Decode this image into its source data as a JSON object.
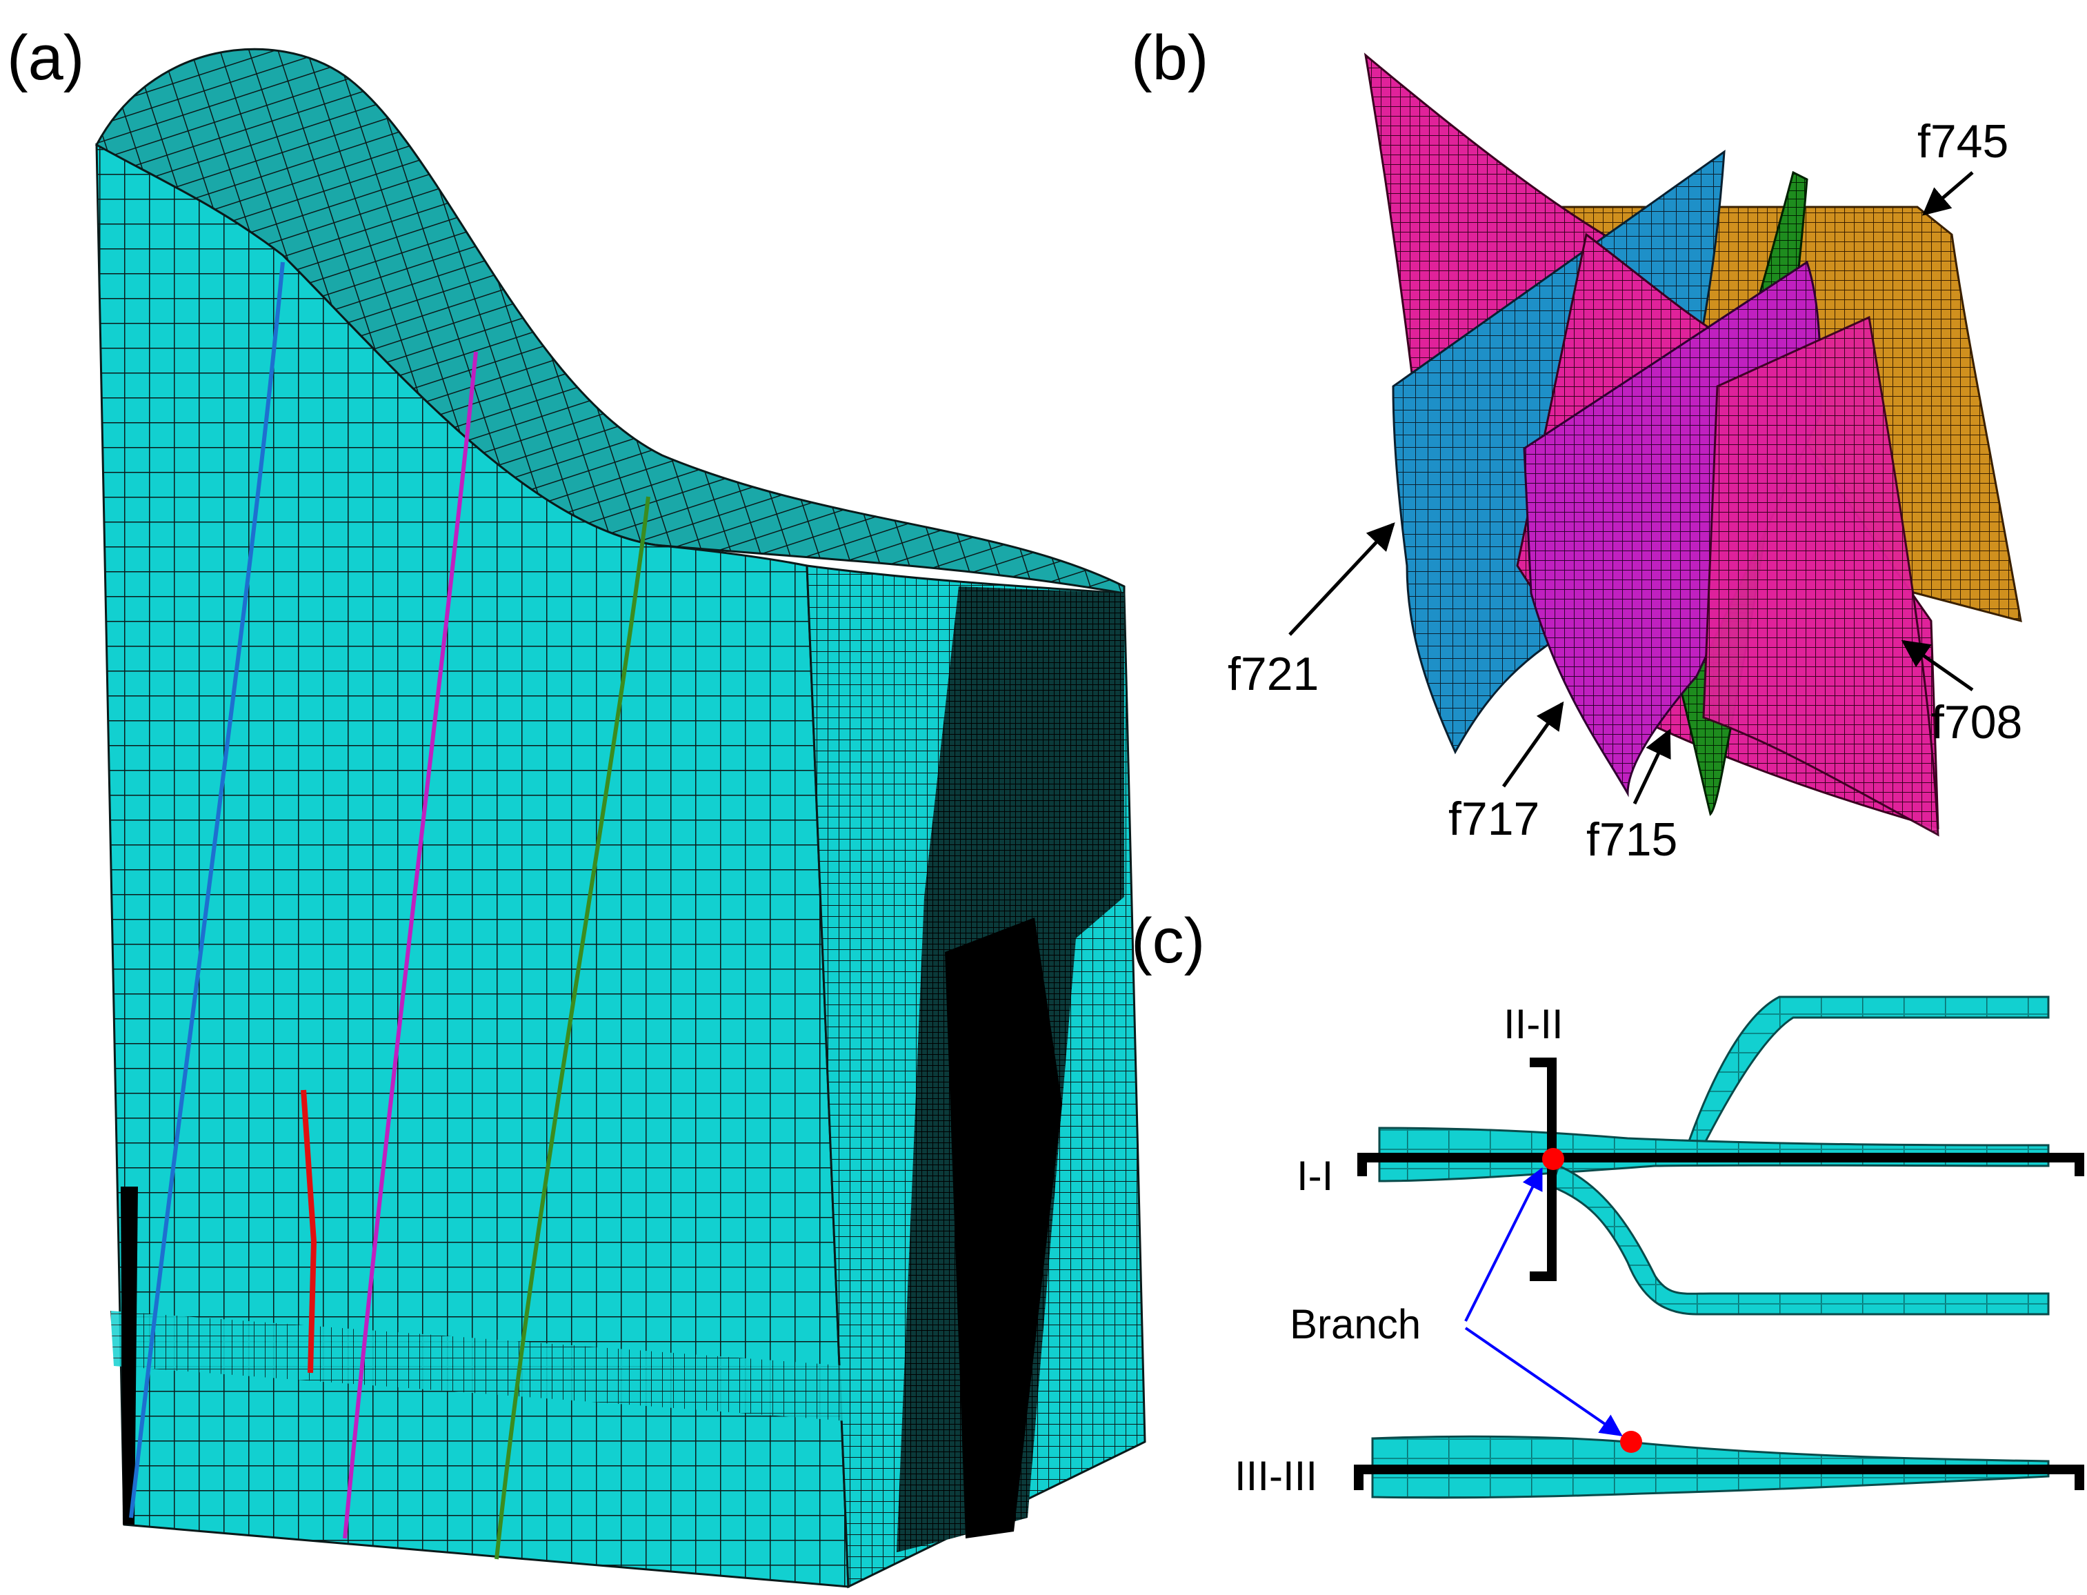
{
  "panels": {
    "a": {
      "label": "(a)"
    },
    "b": {
      "label": "(b)"
    },
    "c": {
      "label": "(c)"
    }
  },
  "faces": [
    {
      "id": "f745",
      "label": "f745"
    },
    {
      "id": "f721",
      "label": "f721"
    },
    {
      "id": "f708",
      "label": "f708"
    },
    {
      "id": "f717",
      "label": "f717"
    },
    {
      "id": "f715",
      "label": "f715"
    }
  ],
  "sections": {
    "s1": "I-I",
    "s2": "II-II",
    "s3": "III-III"
  },
  "branch": {
    "label": "Branch"
  },
  "colors": {
    "mesh_body": "#12D0D0",
    "mesh_line": "#0a1a1a",
    "face_magenta": "#E0229A",
    "face_blue": "#1E90C8",
    "face_orange": "#D0901E",
    "face_green": "#1E8C1E",
    "face_purple": "#C020C0",
    "branch_dot": "#FF0000",
    "branch_arrow": "#0000FF",
    "section_line": "#000000"
  }
}
